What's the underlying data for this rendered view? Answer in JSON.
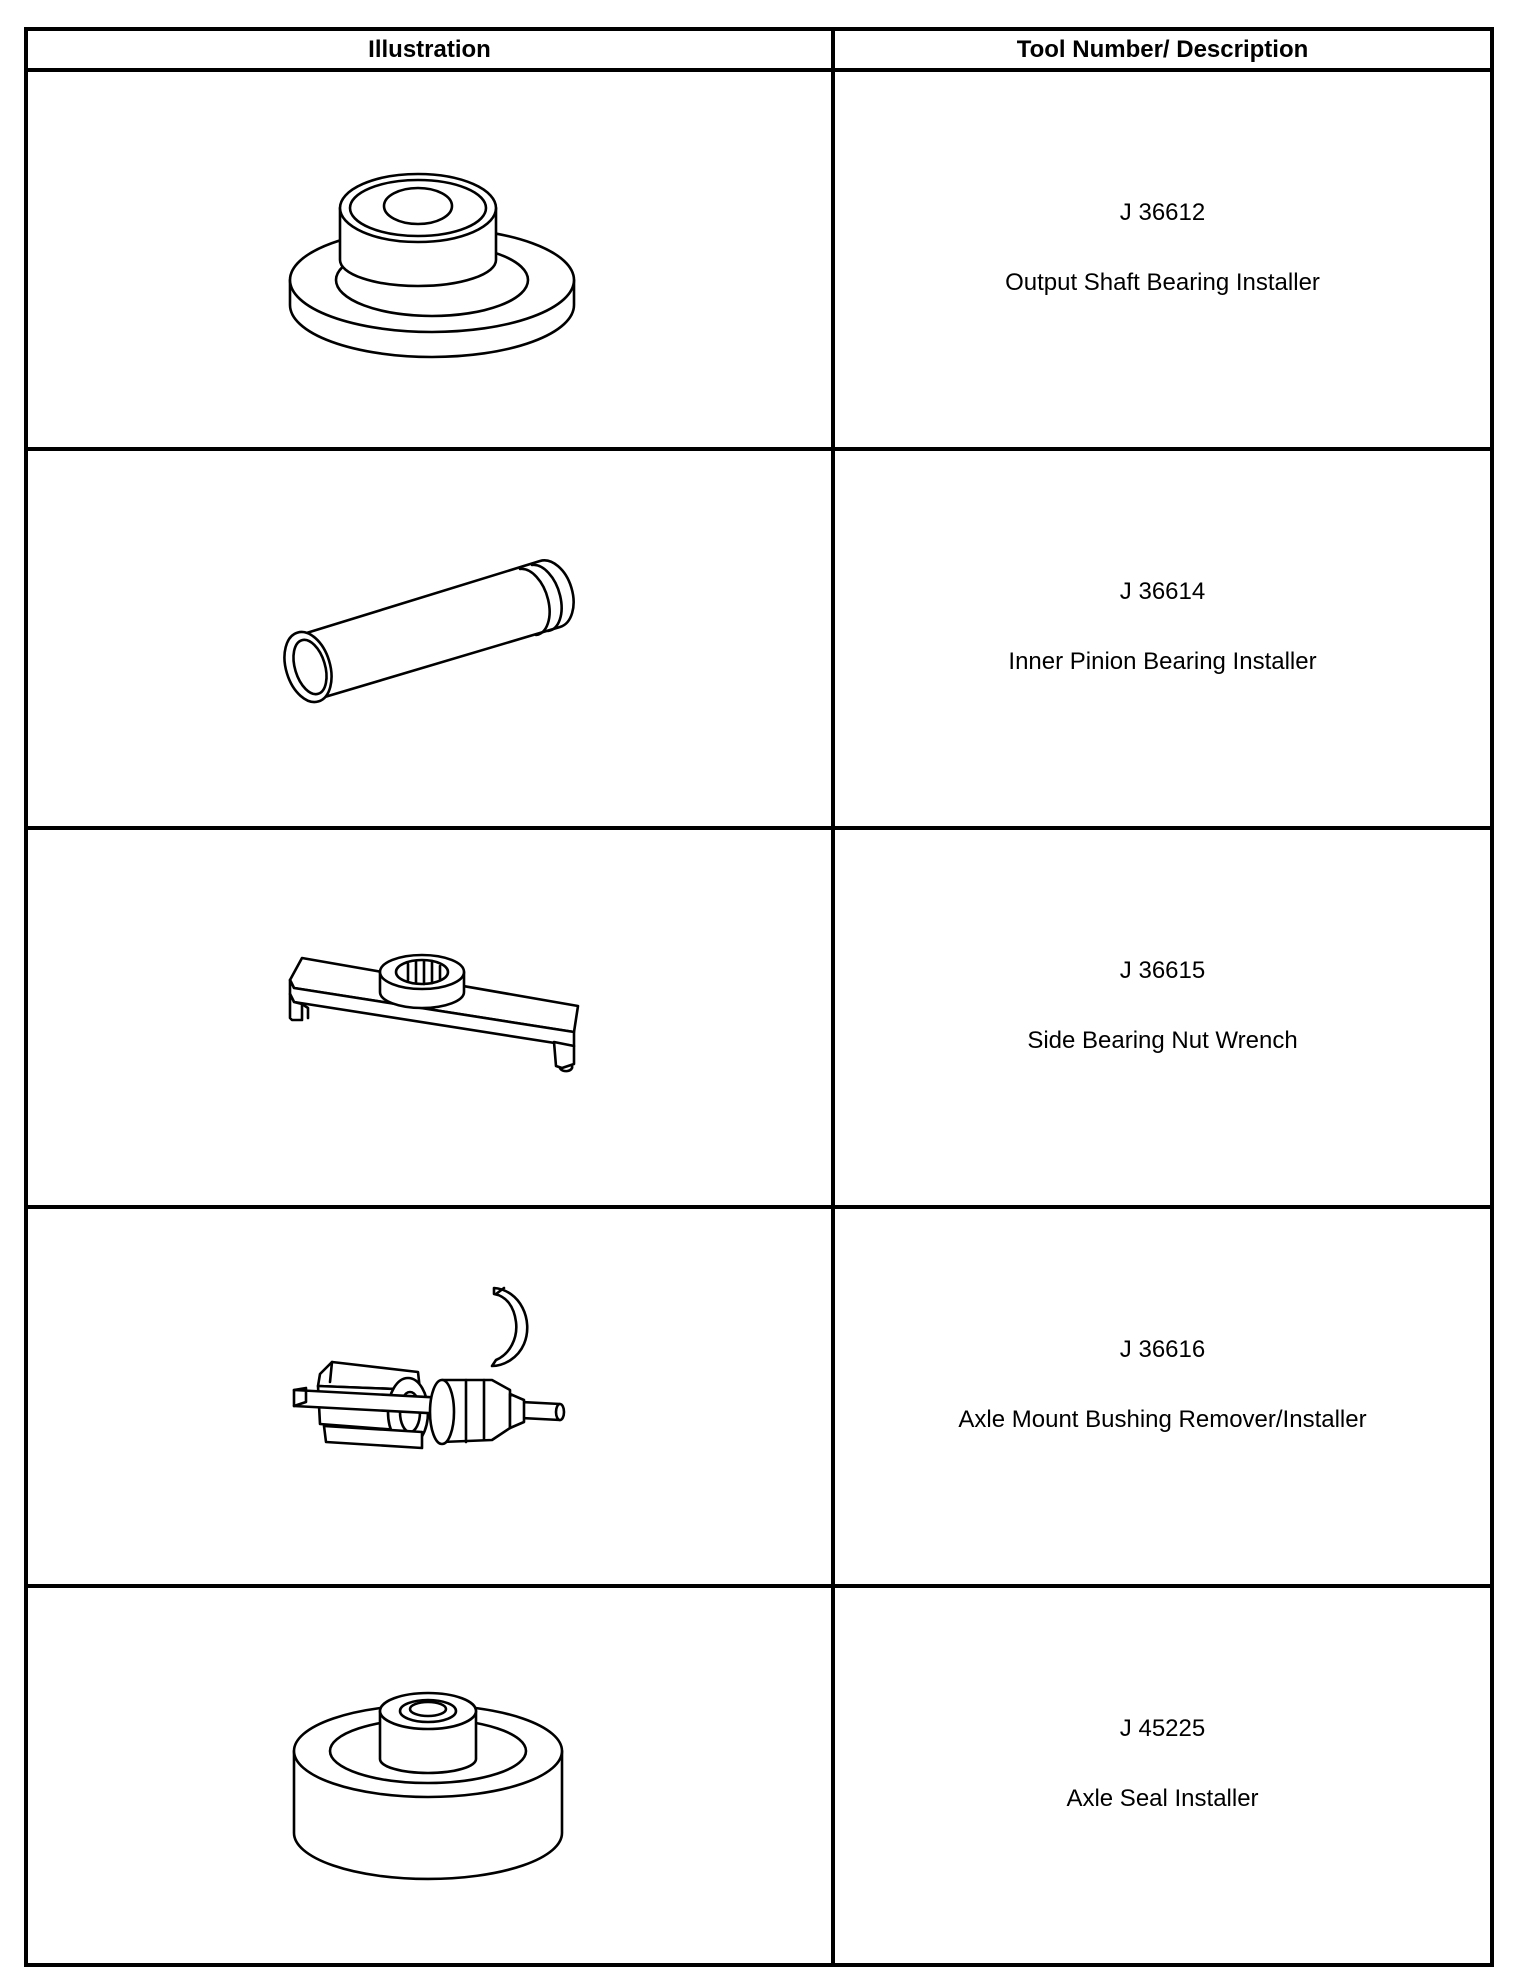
{
  "table": {
    "headers": {
      "illustration": "Illustration",
      "tool_number_description": "Tool Number/ Description"
    },
    "rows": [
      {
        "tool_number": "J 36612",
        "description": "Output Shaft Bearing Installer",
        "illustration_icon": "output-shaft-bearing-installer-icon"
      },
      {
        "tool_number": "J 36614",
        "description": "Inner Pinion Bearing Installer",
        "illustration_icon": "inner-pinion-bearing-installer-icon"
      },
      {
        "tool_number": "J 36615",
        "description": "Side Bearing Nut Wrench",
        "illustration_icon": "side-bearing-nut-wrench-icon"
      },
      {
        "tool_number": "J 36616",
        "description": "Axle Mount Bushing Remover/Installer",
        "illustration_icon": "axle-mount-bushing-remover-installer-icon"
      },
      {
        "tool_number": "J 45225",
        "description": "Axle Seal Installer",
        "illustration_icon": "axle-seal-installer-icon"
      }
    ]
  }
}
